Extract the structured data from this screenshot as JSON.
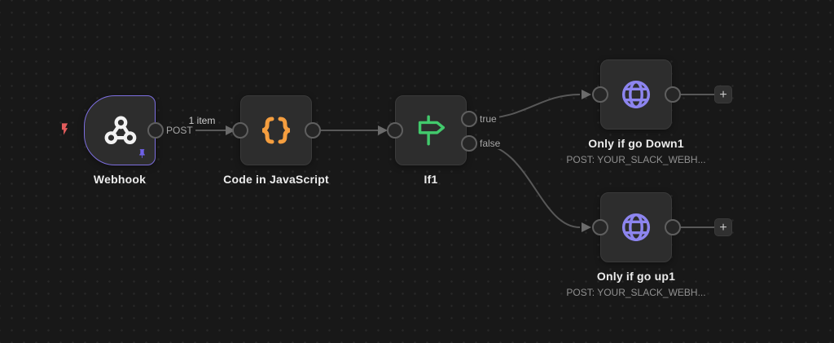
{
  "app": {
    "name": "n8n workflow canvas"
  },
  "colors": {
    "canvas_bg": "#181818",
    "node_bg": "#2d2d2d",
    "webhook_accent": "#7d6fe0",
    "code_accent": "#f59e3f",
    "if_accent": "#42c96c",
    "http_accent": "#8d85ef",
    "trigger_bolt": "#e25c5c",
    "wire": "#585858"
  },
  "nodes": [
    {
      "id": "webhook",
      "type": "webhook-trigger",
      "title": "Webhook",
      "output_label": "POST",
      "pinned": true
    },
    {
      "id": "code",
      "type": "code",
      "title": "Code in JavaScript"
    },
    {
      "id": "if1",
      "type": "if",
      "title": "If1",
      "outputs": [
        {
          "label": "true"
        },
        {
          "label": "false"
        }
      ]
    },
    {
      "id": "http_down",
      "type": "http-request",
      "title": "Only if go Down1",
      "subtitle": "POST: YOUR_SLACK_WEBH..."
    },
    {
      "id": "http_up",
      "type": "http-request",
      "title": "Only if go up1",
      "subtitle": "POST: YOUR_SLACK_WEBH..."
    }
  ],
  "connections": [
    {
      "from": "webhook",
      "to": "code",
      "items_label": "1 item"
    },
    {
      "from": "code",
      "to": "if1"
    },
    {
      "from": "if1",
      "output": "true",
      "to": "http_down"
    },
    {
      "from": "if1",
      "output": "false",
      "to": "http_up"
    }
  ],
  "controls": {
    "add_node_label": "+"
  }
}
